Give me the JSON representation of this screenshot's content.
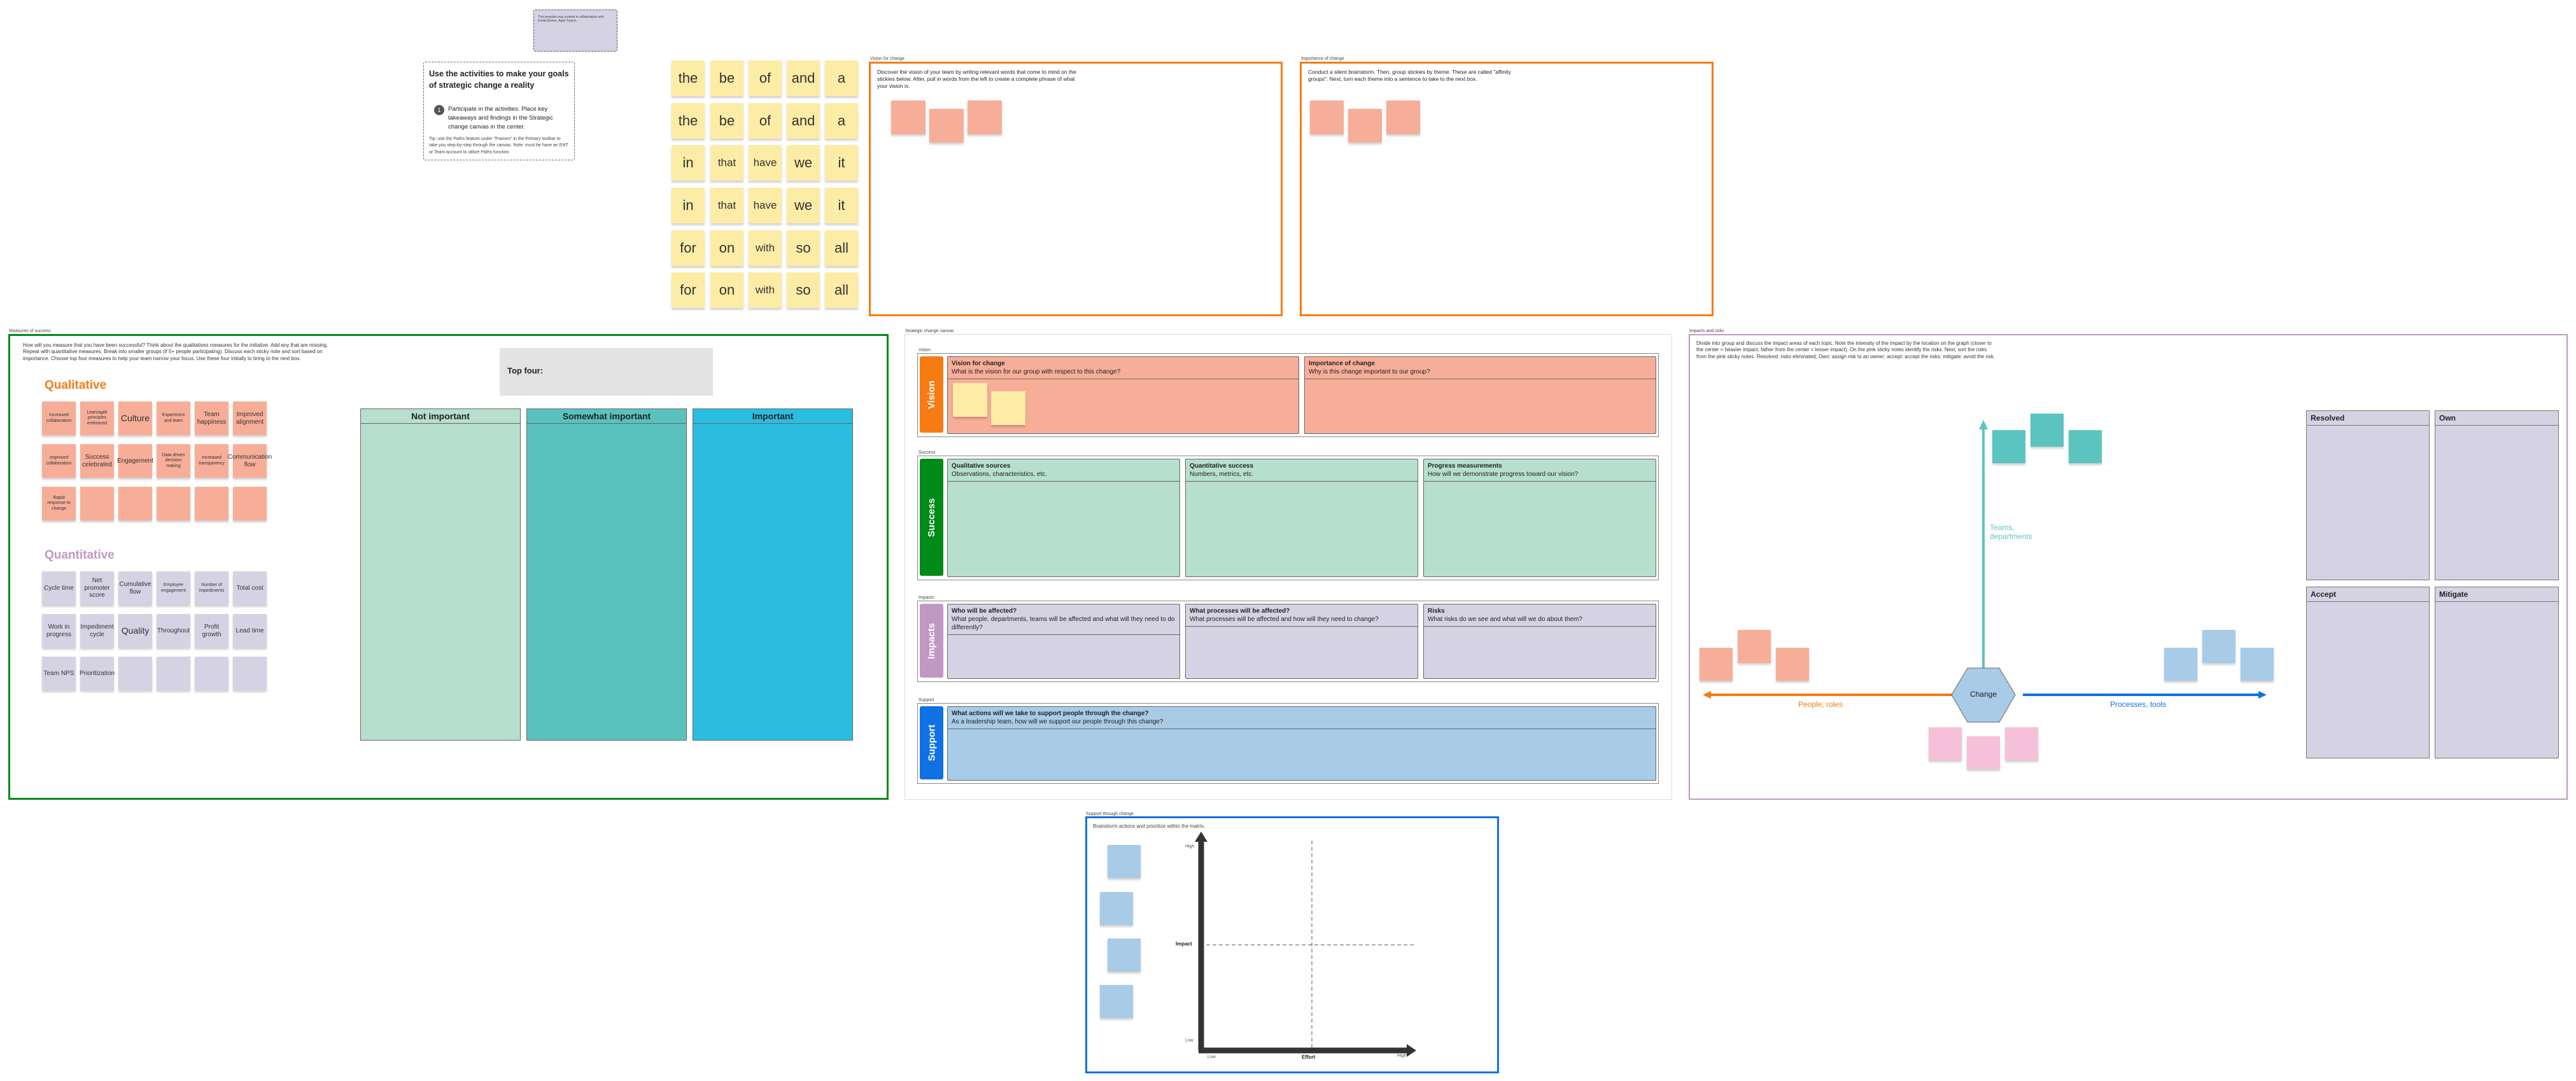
{
  "note": "This template was created in collaboration with Emilia Breton, Agile Toybox.",
  "instructions": {
    "title": "Use the activities to make your goals of strategic change a reality",
    "step_number": "1",
    "step": "Participate in the activities. Place key takeaways and findings in the Strategic change canvas in the center.",
    "tip": "Tip: use the Paths feature under \"Frames\" in the Primary toolbar to take you step-by-step through the canvas. Note: must be have an ENT or Team account to utilize Paths function."
  },
  "words": [
    [
      "the",
      "be",
      "of",
      "and",
      "a"
    ],
    [
      "the",
      "be",
      "of",
      "and",
      "a"
    ],
    [
      "in",
      "that",
      "have",
      "we",
      "it"
    ],
    [
      "in",
      "that",
      "have",
      "we",
      "it"
    ],
    [
      "for",
      "on",
      "with",
      "so",
      "all"
    ],
    [
      "for",
      "on",
      "with",
      "so",
      "all"
    ]
  ],
  "vision_frame": {
    "title": "Vision for change",
    "desc": "Discover the vision of your team by writing relevant words that come to mind on the stickies below. After, pull in words from the left to create a complete phrase of what your vision is."
  },
  "importance_frame": {
    "title": "Importance of change",
    "desc": "Conduct a silent brainstorm. Then, group stickies by theme. These are called \"affinity groups\". Next, turn each theme into a sentence to take to the next box."
  },
  "measures": {
    "title": "Measures of success",
    "desc": "How will you measure that you have been successful? Think about the qualitatives measures for the initiative. Add any that are missing. Repeat with quantitative measures. Break into smaller groups (if 5+ people participating). Discuss each sticky note and sort based on importance. Choose top four measures to help your team narrow your focus. Use these four initially to bring to the next box.",
    "qualitative_label": "Qualitative",
    "quantitative_label": "Quantitative",
    "top_four": "Top four:",
    "qualitative": [
      "Increased collaboration",
      "Lean/agile principles embraced",
      "Culture",
      "Experiment and learn",
      "Team happiness",
      "Improved alignment",
      "Improved collaboration",
      "Success celebrated",
      "Engagement",
      "Data driven decision making",
      "Increased transparency",
      "Communication flow",
      "Rapid response to change",
      "",
      "",
      "",
      "",
      ""
    ],
    "quantitative": [
      "Cycle time",
      "Net promoter score",
      "Cumulative flow",
      "Employee engagement",
      "Number of impediments",
      "Total cost",
      "Work in progress",
      "Impediment cycle",
      "Quality",
      "Throughout",
      "Profit growth",
      "Lead time",
      "Team NPS",
      "Prioritization",
      "",
      "",
      "",
      ""
    ],
    "columns": [
      "Not important",
      "Somewhat important",
      "Important"
    ]
  },
  "canvas": {
    "title": "Strategic change canvas",
    "rows": [
      {
        "tag": "Vision",
        "label": "Vision",
        "color": "#f77b13",
        "cells": [
          {
            "title": "Vision for change",
            "sub": "What is the vision for our group with respect to this change?"
          },
          {
            "title": "Importance of change",
            "sub": "Why is this change important to our group?"
          }
        ]
      },
      {
        "tag": "Success",
        "label": "Success",
        "color": "#008a17",
        "cells": [
          {
            "title": "Qualitative sources",
            "sub": "Observations, characteristics, etc."
          },
          {
            "title": "Quantitative success",
            "sub": "Numbers, metrics, etc."
          },
          {
            "title": "Progress measurements",
            "sub": "How will we demonstrate progress toward our vision?"
          }
        ]
      },
      {
        "tag": "Impacts",
        "label": "Impacts",
        "color": "#c197c4",
        "cells": [
          {
            "title": "Who will be affected?",
            "sub": "What people, departments, teams will be affected and what will they need to do differently?"
          },
          {
            "title": "What processes will be affected?",
            "sub": "What processes will be affected and how will they need to change?"
          },
          {
            "title": "Risks",
            "sub": "What risks do we see and what will we do about them?"
          }
        ]
      },
      {
        "tag": "Support",
        "label": "Support",
        "color": "#1071e5",
        "cells": [
          {
            "title": "What actions will we take to support people through the change?",
            "sub": "As a leadership team, how will we support our people through this change?"
          }
        ]
      }
    ]
  },
  "impacts": {
    "title": "Impacts and risks",
    "desc": "Divide into group and discuss the impact areas of each topic. Note the intensity of the impact by the location on the graph (closer to the center = heavier impact, father from the center = lesser impact). On the pink sticky notes identify the risks. Next, sort the risks from the pink sticky notes. Resolved: risks eliminated; Own: assign risk to an owner; accept: accept the risks; mitigate: avoid the risk.",
    "center": "Change",
    "teams": "Teams, departments",
    "people": "People, roles",
    "processes": "Processes, tools",
    "boxes": [
      "Resolved",
      "Own",
      "Accept",
      "Mitigate"
    ]
  },
  "matrix": {
    "title": "Support through change",
    "desc": "Brainstorm actions and prioritize within the matrix.",
    "y_label": "Impact",
    "x_label": "Effort",
    "y_high": "High",
    "y_low": "Low",
    "x_low": "Low",
    "x_high": "High"
  }
}
